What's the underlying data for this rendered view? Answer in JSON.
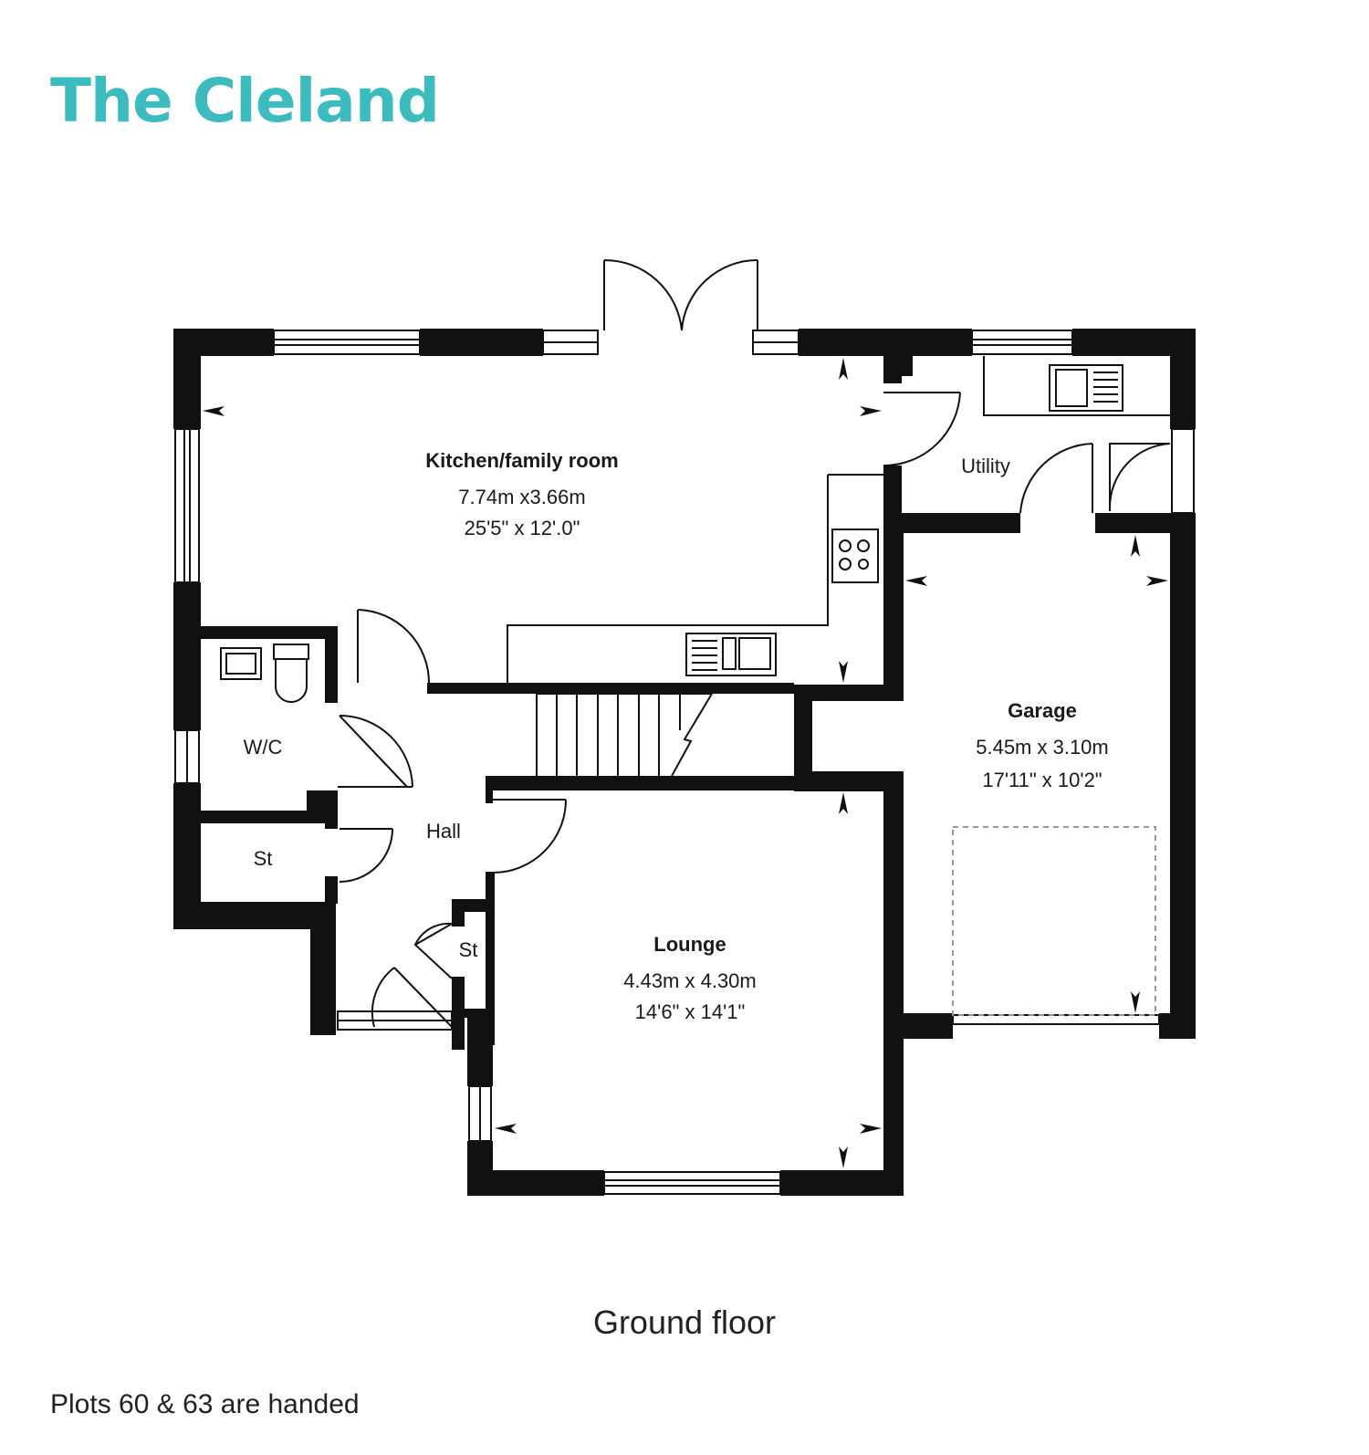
{
  "title": "The Cleland",
  "floor_label": "Ground floor",
  "footnote": "Plots 60 & 63 are handed",
  "colors": {
    "title": "#3dbcbf",
    "walls": "#111111"
  },
  "rooms": {
    "kitchen": {
      "name": "Kitchen/family room",
      "dim_metric": "7.74m x3.66m",
      "dim_imperial": "25'5\" x 12'.0\""
    },
    "utility": {
      "name": "Utility"
    },
    "garage": {
      "name": "Garage",
      "dim_metric": "5.45m x 3.10m",
      "dim_imperial": "17'11\" x 10'2\""
    },
    "wc": {
      "name": "W/C"
    },
    "store_west": {
      "name": "St"
    },
    "hall": {
      "name": "Hall"
    },
    "store_hall": {
      "name": "St"
    },
    "lounge": {
      "name": "Lounge",
      "dim_metric": "4.43m x 4.30m",
      "dim_imperial": "14'6\" x 14'1\""
    }
  }
}
